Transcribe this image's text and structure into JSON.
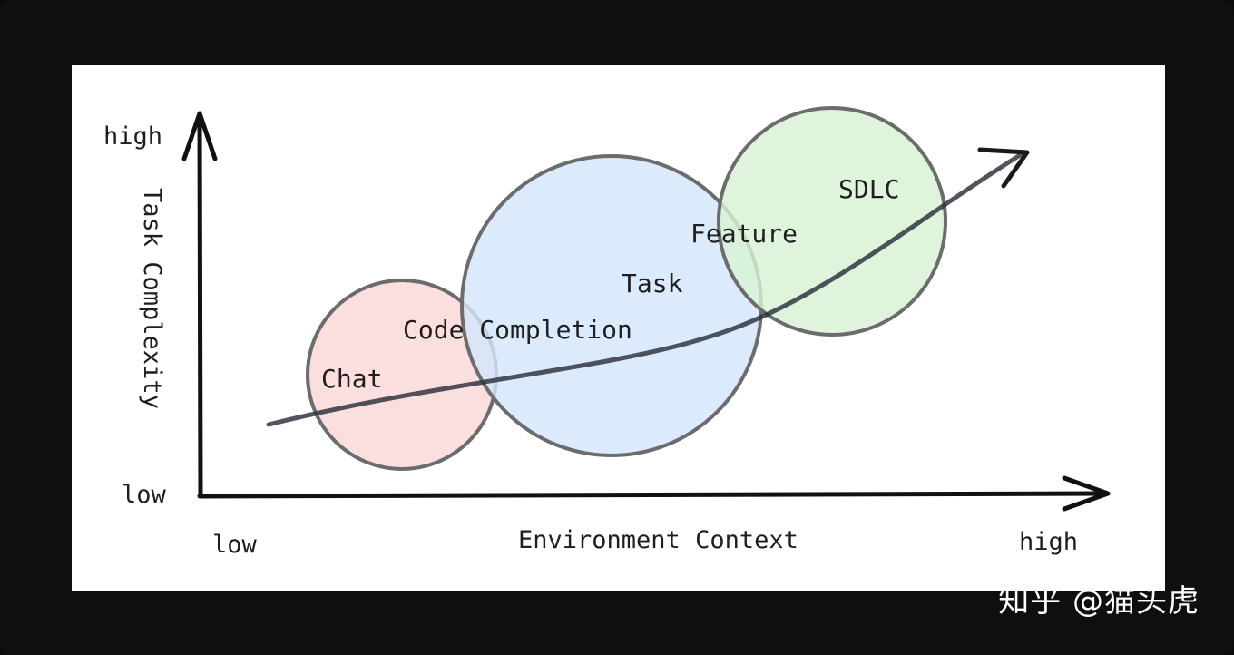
{
  "diagram": {
    "y_axis": {
      "title": "Task Complexity",
      "high": "high",
      "low": "low"
    },
    "x_axis": {
      "title": "Environment Context",
      "low": "low",
      "high": "high"
    },
    "stages": {
      "chat": "Chat",
      "code_completion": "Code Completion",
      "task": "Task",
      "feature": "Feature",
      "sdlc": "SDLC"
    },
    "colors": {
      "chat_fill": "#fbdcdc",
      "task_fill": "#d4e6fb",
      "sdlc_fill": "#d7f3d4",
      "outline": "#6c6c6c",
      "curve": "#2a2f3a"
    }
  },
  "watermark": {
    "text": "知乎 @猫头虎"
  }
}
